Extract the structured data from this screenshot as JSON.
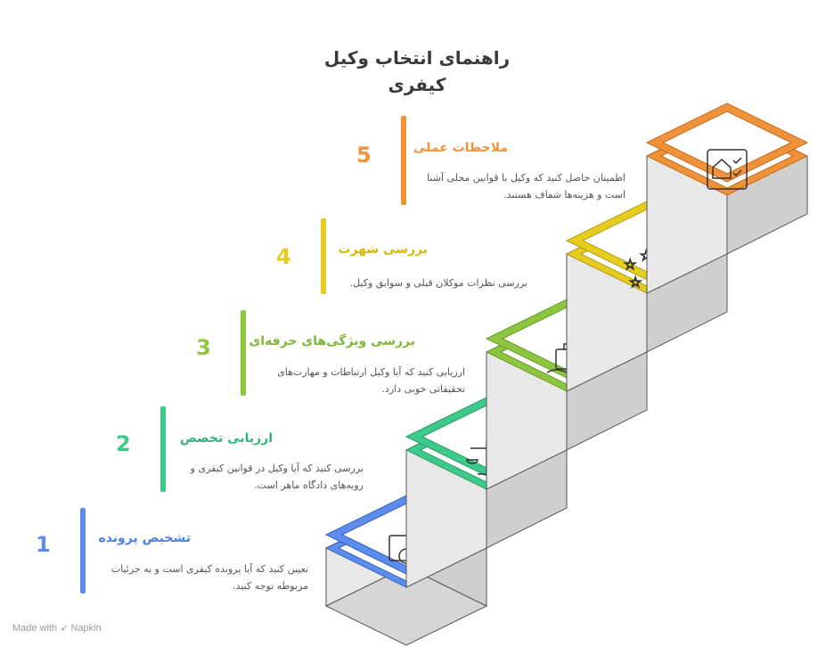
{
  "title": {
    "line1": "راهنمای انتخاب وکیل",
    "line2": "کیفری"
  },
  "steps": [
    {
      "number": "1",
      "heading": "تشخیص پرونده",
      "desc_line1": "تعیین کنید که آیا پرونده کیفری است و به جزئیات",
      "desc_line2": "مربوطه توجه کنید.",
      "color": "#5b8def",
      "icon": "document-search-icon"
    },
    {
      "number": "2",
      "heading": "ارزیابی تخصص",
      "desc_line1": "بررسی کنید که آیا وکیل در قوانین کیفری و",
      "desc_line2": "رویه‌های دادگاه ماهر است.",
      "color": "#3cc98a",
      "icon": "scales-icon"
    },
    {
      "number": "3",
      "heading": "بررسی ویژگی‌های حرفه‌ای",
      "desc_line1": "ارزیابی کنید که آیا وکیل ارتباطات و مهارت‌های",
      "desc_line2": "تحقیقاتی خوبی دارد.",
      "color": "#8cc63f",
      "icon": "briefcase-icon"
    },
    {
      "number": "4",
      "heading": "بررسی شهرت",
      "desc_line1": "بررسی نظرات موکلان قبلی و سوابق وکیل.",
      "desc_line2": "",
      "color": "#e6cc1e",
      "icon": "stars-icon"
    },
    {
      "number": "5",
      "heading": "ملاحظات عملی",
      "desc_line1": "اطمینان حاصل کنید که وکیل با قوانین محلی آشنا",
      "desc_line2": "است و هزینه‌ها شفاف هستند.",
      "color": "#f0923a",
      "icon": "home-checklist-icon"
    }
  ],
  "footer": "Made with ➶ Napkin"
}
